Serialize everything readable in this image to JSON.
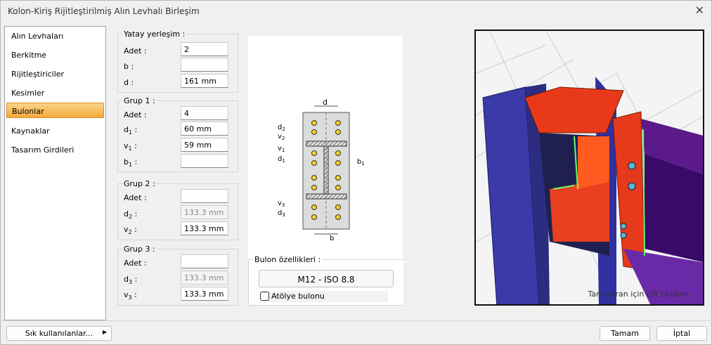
{
  "window": {
    "title": "Kolon-Kiriş Rijitleştirilmiş Alın Levhalı Birleşim",
    "close": "✕"
  },
  "sidebar": {
    "items": [
      {
        "label": "Alın Levhaları"
      },
      {
        "label": "Berkitme"
      },
      {
        "label": "Rijitleştiriciler"
      },
      {
        "label": "Kesimler"
      },
      {
        "label": "Bulonlar"
      },
      {
        "label": "Kaynaklar"
      },
      {
        "label": "Tasarım Girdileri"
      }
    ],
    "selected": "Bulonlar"
  },
  "yatay": {
    "title": "Yatay yerleşim :",
    "adet_label": "Adet :",
    "adet": "2",
    "b_label": "b :",
    "b": "",
    "d_label": "d :",
    "d": "161 mm"
  },
  "grup1": {
    "title": "Grup 1 :",
    "adet_label": "Adet :",
    "adet": "4",
    "d": "60 mm",
    "v": "59 mm",
    "b": ""
  },
  "grup2": {
    "title": "Grup 2 :",
    "adet_label": "Adet :",
    "adet": "",
    "d": "133.3 mm",
    "v": "133.3 mm"
  },
  "grup3": {
    "title": "Grup 3 :",
    "adet_label": "Adet :",
    "adet": "",
    "d": "133.3 mm",
    "v": "133.3 mm"
  },
  "sym": {
    "d": "d",
    "v": "v",
    "b": "b",
    "one": "1",
    "two": "2",
    "three": "3",
    "colon": " :"
  },
  "bulon": {
    "title": "Bulon özellikleri :",
    "button": "M12 - ISO 8.8",
    "atolye": "Atölye bulonu",
    "atolye_checked": false
  },
  "view": {
    "hint": "Tam ekran için çift tıklayın."
  },
  "footer": {
    "favorites": "Sık kullanılanlar...",
    "ok": "Tamam",
    "cancel": "İptal"
  }
}
